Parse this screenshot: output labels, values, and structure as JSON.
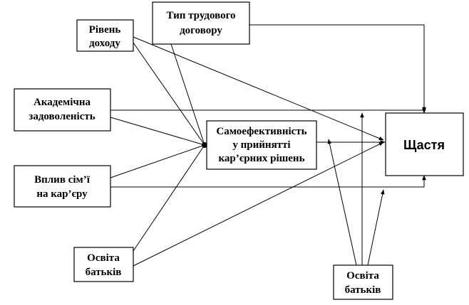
{
  "colors": {
    "stroke": "#000000",
    "background": "#ffffff"
  },
  "nodes": {
    "income": {
      "line1": "Рівень",
      "line2": "доходу"
    },
    "contract": {
      "line1": "Тип трудового",
      "line2": "договору"
    },
    "academic": {
      "line1": "Академічна",
      "line2": "задоволеність"
    },
    "family": {
      "line1": "Вплив сім’ї",
      "line2": "на кар’єру"
    },
    "parents_left": {
      "line1": "Освіта",
      "line2": "батьків"
    },
    "selfefficacy": {
      "line1": "Самоефективність",
      "line2": "у прийнятті",
      "line3": "кар’єрних рішень"
    },
    "happiness": {
      "line1": "Щастя"
    },
    "parents_bottom": {
      "line1": "Освіта",
      "line2": "батьків"
    }
  }
}
